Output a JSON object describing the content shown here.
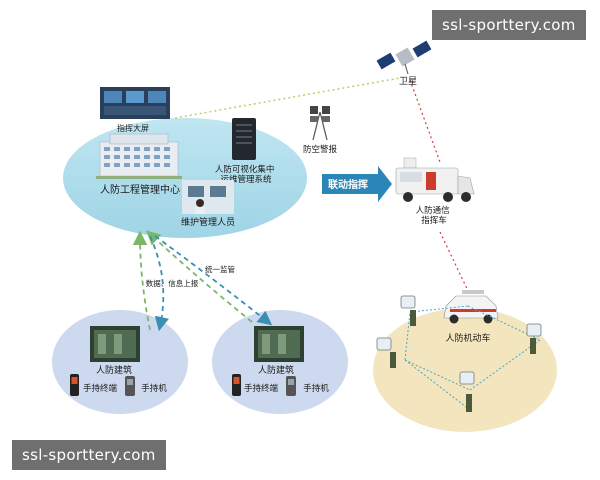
{
  "watermark_top": "ssl-sporttery.com",
  "watermark_bottom": "ssl-sporttery.com",
  "nodes": {
    "command_screen": "指挥大屏",
    "center": "人防工程管理中心",
    "system": "人防可视化集中运维管理系统",
    "staff": "维护管理人员",
    "alarm": "防空警报",
    "satellite": "卫星",
    "command_vehicle": "人防通信指挥车",
    "mobile_vehicle": "人防机动车",
    "building_left": "人防建筑",
    "building_right": "人防建筑",
    "handheld_terminal_left": "手持终端",
    "handheld_phone_left": "手持机",
    "handheld_terminal_right": "手持终端",
    "handheld_phone_right": "手持机"
  },
  "edges": {
    "data_report": "数据、信息上报",
    "unified_supervision": "统一监管",
    "linkage_command": "联动指挥"
  },
  "colors": {
    "center_ellipse": "#a9dbe9",
    "building_ellipse": "#cdd9ee",
    "mobile_ellipse": "#f3e5bd",
    "arrow_report": "#7ab867",
    "arrow_supervise": "#3b8fb3",
    "satellite_link": "#c8c86a",
    "link_red": "#d63b3b",
    "linkage_arrow": "#2b86b8"
  }
}
